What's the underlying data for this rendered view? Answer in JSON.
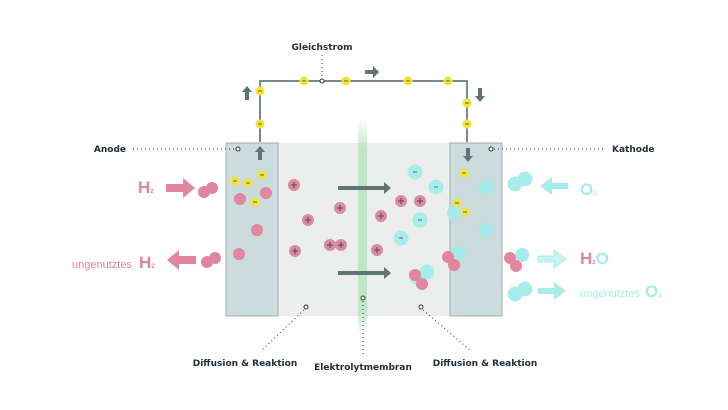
{
  "labels": {
    "current": "Gleichstrom",
    "anode": "Anode",
    "cathode": "Kathode",
    "diffusion_left": "Diffusion & Reaktion",
    "membrane": "Elektrolytmembran",
    "diffusion_right": "Diffusion & Reaktion"
  },
  "inputs": {
    "h2_in": "H",
    "h2_in_sub": "2",
    "h2_out_prefix": "ungenutztes",
    "h2_out": "H",
    "h2_out_sub": "2",
    "o2_in": "O",
    "o2_in_sub": "2",
    "h2o_out_h": "H",
    "h2o_out_sub": "2",
    "h2o_out_o": "O",
    "o2_out_prefix": "ungenutztes",
    "o2_out": "O",
    "o2_out_sub": "2"
  },
  "symbols": {
    "electron": "-",
    "proton": "+",
    "anion": "-"
  },
  "colors": {
    "hydrogen": "#e0869f",
    "oxygen": "#a4ecec",
    "electron": "#f2e33a",
    "electrode": "#ccdcdc",
    "electrolyte": "#eceeee",
    "membrane": "#bfe6c6",
    "arrow": "#5f7475"
  }
}
